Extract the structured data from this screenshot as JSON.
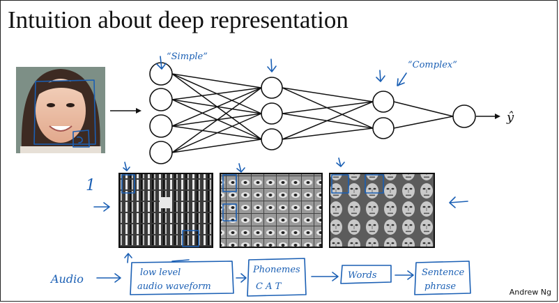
{
  "title": "Intuition about deep representation",
  "credit": "Andrew Ng",
  "output_label": "ŷ",
  "annotations": {
    "simple": "“Simple”",
    "complex": "“Complex”",
    "one": "1"
  },
  "audio_pipeline": {
    "input": "Audio",
    "stages": [
      {
        "line1": "low level",
        "line2": "audio waveform"
      },
      {
        "line1": "Phonemes",
        "line2": "C  A  T"
      },
      {
        "line1": "Words",
        "line2": ""
      },
      {
        "line1": "Sentence",
        "line2": "phrase"
      }
    ]
  },
  "network": {
    "layer_sizes": [
      4,
      3,
      2,
      1
    ]
  },
  "colors": {
    "ink": "#1a5fb4",
    "neuron_stroke": "#111111"
  }
}
